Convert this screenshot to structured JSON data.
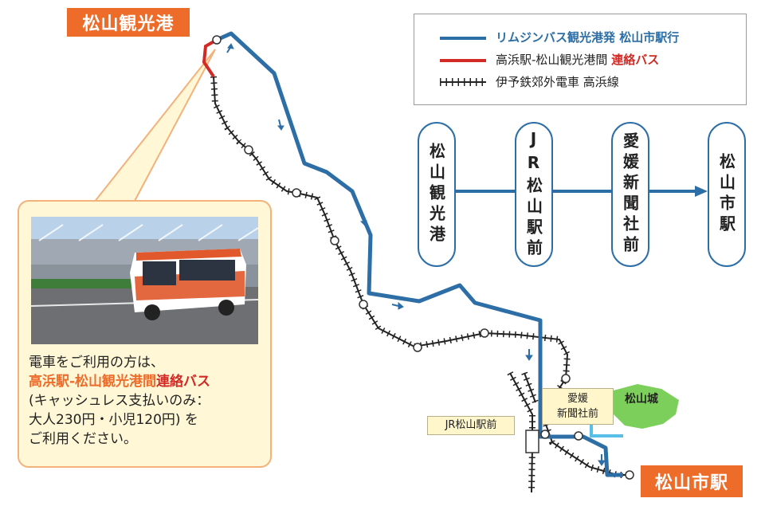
{
  "map": {
    "title_label": "松山観光港",
    "destination_label": "松山市駅",
    "castle_label": "松山城",
    "jr_station_label": "JR松山駅前",
    "ehime_label_line1": "愛媛",
    "ehime_label_line2": "新聞社前",
    "colors": {
      "bus_route": "#2d6ea6",
      "connecting_bus": "#d22a24",
      "rail": "#222222",
      "badge": "#ee6c2a",
      "castle_green": "#7ccf5b",
      "moat": "#58c0e8",
      "callout_fill": "#fff7d6",
      "callout_border": "#f2b27a"
    }
  },
  "legend": {
    "items": [
      {
        "label": "リムジンバス観光港発 松山市駅行",
        "style": "blue-line"
      },
      {
        "label": "高浜駅-松山観光港間 ",
        "highlight": "連絡バス",
        "style": "red-line"
      },
      {
        "label": "伊予鉄郊外電車 高浜線",
        "style": "rail-line"
      }
    ]
  },
  "stops": [
    "松山観光港",
    "JR松山駅前",
    "愛媛新聞社前",
    "松山市駅"
  ],
  "info": {
    "line1": "電車をご利用の方は、",
    "line2_orange": "高浜駅-松山観光港間",
    "line2_red": "連絡バス",
    "line3": "(キャッシュレス支払いのみ：",
    "line4": " 大人230円・小児120円) を",
    "line5": "ご利用ください。"
  }
}
